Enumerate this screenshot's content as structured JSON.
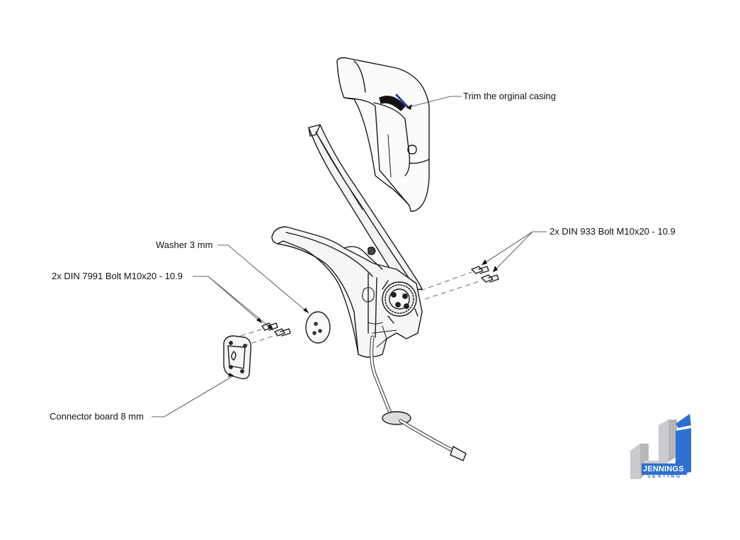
{
  "callouts": {
    "trim": "Trim the orginal casing",
    "din933": "2x DIN 933 Bolt M10x20 - 10.9",
    "washer": "Washer 3 mm",
    "din7991": "2x DIN 7991 Bolt M10x20 - 10.9",
    "connector": "Connector board 8 mm"
  },
  "logo": {
    "name": "JENNINGS",
    "sub": "SEATING",
    "colors": {
      "blue": "#2f6fd0",
      "grey": "#c9cbcf",
      "dark": "#1f4fa8"
    }
  }
}
